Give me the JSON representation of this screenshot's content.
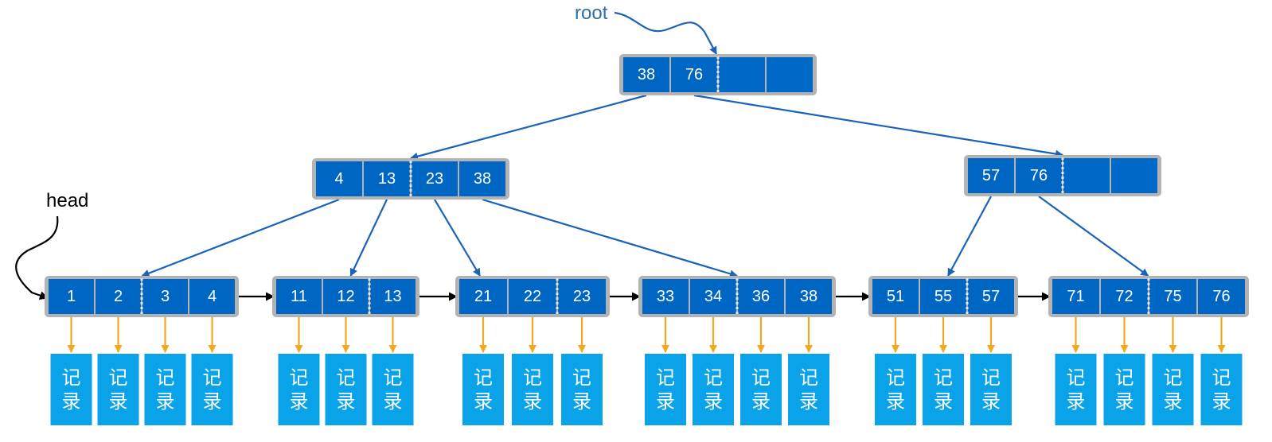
{
  "labels": {
    "root": "root",
    "head": "head"
  },
  "record_label": "记录",
  "root": {
    "keys": [
      "38",
      "76",
      "",
      ""
    ]
  },
  "internal_nodes": [
    {
      "keys": [
        "4",
        "13",
        "23",
        "38"
      ]
    },
    {
      "keys": [
        "57",
        "76",
        "",
        ""
      ]
    }
  ],
  "leaves": [
    {
      "keys": [
        "1",
        "2",
        "3",
        "4"
      ]
    },
    {
      "keys": [
        "11",
        "12",
        "13"
      ]
    },
    {
      "keys": [
        "21",
        "22",
        "23"
      ]
    },
    {
      "keys": [
        "33",
        "34",
        "36",
        "38"
      ]
    },
    {
      "keys": [
        "51",
        "55",
        "57"
      ]
    },
    {
      "keys": [
        "71",
        "72",
        "75",
        "76"
      ]
    }
  ],
  "colors": {
    "node_cell": "#0066c4",
    "node_border": "#b3b3b3",
    "record": "#0aa3ea",
    "record_pointer": "#f0a920",
    "tree_edge": "#1a63b8",
    "leaf_link": "#000000",
    "root_label": "#2e6fa7"
  }
}
